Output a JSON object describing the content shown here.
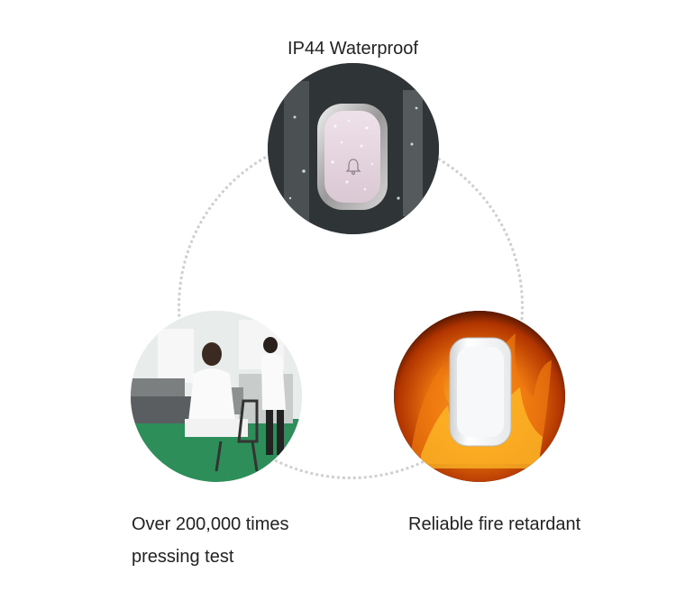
{
  "features": {
    "top": {
      "title": "IP44 Waterproof",
      "icon": "bell-icon"
    },
    "left": {
      "title_line1": "Over 200,000 times",
      "title_line2": "pressing test"
    },
    "right": {
      "title": "Reliable fire retardant"
    }
  },
  "colors": {
    "text": "#222222",
    "ring": "#cfcfcf",
    "button_face": "#e9d9e4",
    "button_rim": "#b9b7b8",
    "flame_orange": "#f07a10",
    "flame_yellow": "#ffd23a"
  }
}
